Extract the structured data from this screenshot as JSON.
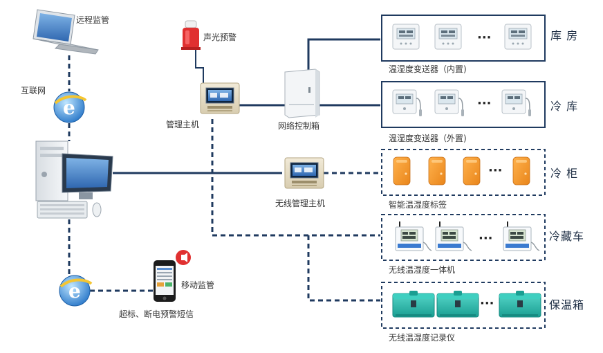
{
  "labels": {
    "remote": "远程监管",
    "internet": "互联网",
    "alarm": "声光预警",
    "host": "管理主机",
    "control_box": "网络控制箱",
    "wireless_host": "无线管理主机",
    "mobile": "移动监管",
    "sms": "超标、断电预警短信"
  },
  "groups": [
    {
      "title": "库  房",
      "caption": "温湿度变送器（内置)",
      "style": "solid",
      "device": "transmitter-internal"
    },
    {
      "title": "冷  库",
      "caption": "温湿度变送器（外置)",
      "style": "solid",
      "device": "transmitter-external"
    },
    {
      "title": "冷  柜",
      "caption": "智能温湿度标签",
      "style": "dashed",
      "device": "smart-tag"
    },
    {
      "title": "冷藏车",
      "caption": "无线温湿度一体机",
      "style": "dashed",
      "device": "wireless-unit"
    },
    {
      "title": "保温箱",
      "caption": "无线温湿度记录仪",
      "style": "dashed",
      "device": "cooler-box"
    }
  ],
  "ellipsis": "···",
  "colors": {
    "line": "#1f3a5f",
    "orange": "#f29a2e",
    "teal": "#2bbfb0",
    "alarm": "#e03030"
  },
  "icons": [
    "laptop-icon",
    "ie-globe-icon",
    "desktop-computer-icon",
    "siren-icon",
    "panel-host-icon",
    "control-cabinet-icon",
    "smartphone-icon",
    "alert-bubble-icon"
  ]
}
